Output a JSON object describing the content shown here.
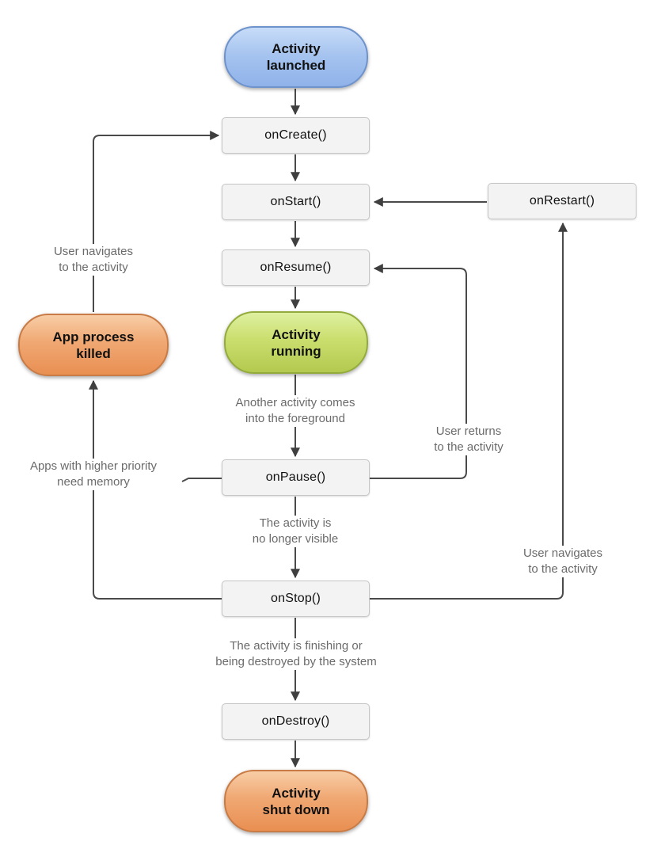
{
  "nodes": {
    "activity_launched": "Activity\nlaunched",
    "on_create": "onCreate()",
    "on_start": "onStart()",
    "on_resume": "onResume()",
    "activity_running": "Activity\nrunning",
    "on_pause": "onPause()",
    "on_stop": "onStop()",
    "on_destroy": "onDestroy()",
    "activity_shut_down": "Activity\nshut down",
    "app_process_killed": "App process\nkilled",
    "on_restart": "onRestart()"
  },
  "edge_labels": {
    "user_navigates_left": "User navigates\nto the activity",
    "another_activity_foreground": "Another activity comes\ninto the foreground",
    "user_returns": "User returns\nto the activity",
    "apps_higher_priority": "Apps with higher priority\nneed memory",
    "activity_no_longer_visible": "The activity is\nno longer visible",
    "user_navigates_right": "User navigates\nto the activity",
    "activity_finishing": "The activity is finishing or\nbeing destroyed by the system"
  },
  "colors": {
    "launched_capsule_top": "#c7dcf8",
    "launched_capsule_bottom": "#8fb2e9",
    "launched_capsule_border": "#6d92cc",
    "running_capsule_top": "#dff0a0",
    "running_capsule_bottom": "#b3c94f",
    "running_capsule_border": "#93ab3c",
    "killed_capsule_top": "#f8cda6",
    "killed_capsule_bottom": "#e98f52",
    "killed_capsule_border": "#c97b45",
    "callback_box_fill": "#f3f3f3",
    "callback_box_border": "#c6c6c6",
    "arrow_line": "#4a4a4a",
    "label_text": "#6b6b6b"
  }
}
